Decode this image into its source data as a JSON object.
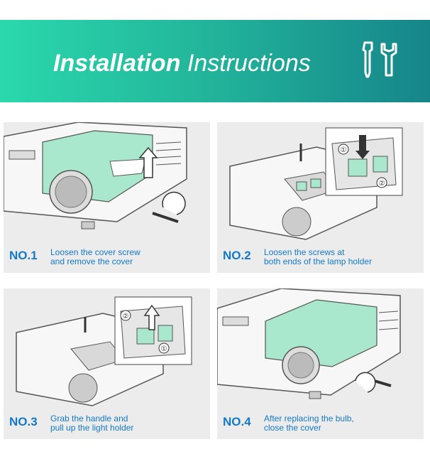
{
  "header": {
    "title_bold": "Installation",
    "title_light": " Instructions",
    "icon": "wrench-icon",
    "accent_colors": [
      "#2ad8ac",
      "#16858a"
    ]
  },
  "steps": [
    {
      "number": "NO.1",
      "line1": "Loosen the cover screw",
      "line2": "and remove the cover"
    },
    {
      "number": "NO.2",
      "line1": "Loosen the screws at",
      "line2": "both ends of the lamp holder",
      "callouts": [
        "①",
        "②"
      ]
    },
    {
      "number": "NO.3",
      "line1": "Grab the handle and",
      "line2": "pull up the light holder",
      "callouts": [
        "②",
        "①"
      ]
    },
    {
      "number": "NO.4",
      "line1": "After replacing the bulb,",
      "line2": "close the cover"
    }
  ],
  "colors": {
    "step_text": "#1479c7",
    "cover_highlight": "#a9e8cd",
    "card_bg": "#ececec"
  }
}
